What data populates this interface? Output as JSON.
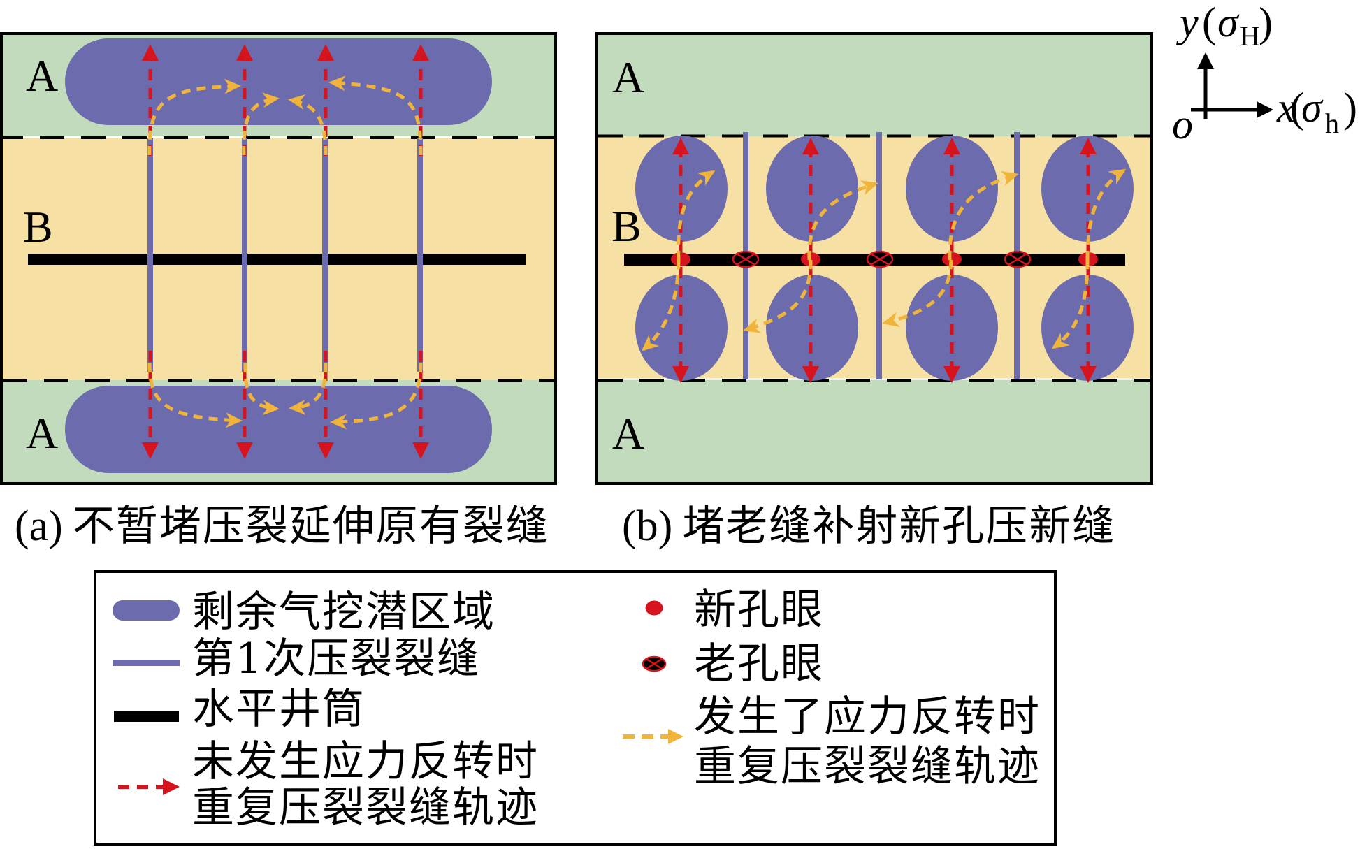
{
  "panel_a": {
    "zone_labels": {
      "top": "A",
      "middle": "B",
      "bottom": "A"
    },
    "caption_tag": "(a)",
    "caption_text": "不暂堵压裂延伸原有裂缝"
  },
  "panel_b": {
    "zone_labels": {
      "top": "A",
      "middle": "B",
      "bottom": "A"
    },
    "caption_tag": "(b)",
    "caption_text": "堵老缝补射新孔压新缝"
  },
  "axes": {
    "y": {
      "var": "y",
      "open": "(",
      "sigma": "σ",
      "sub": "H",
      "close": ")"
    },
    "x": {
      "var": "x",
      "open": "(",
      "sigma": "σ",
      "sub": "h",
      "close": ")"
    },
    "origin": "o"
  },
  "legend": {
    "items": [
      {
        "icon": "remaining-gas-zone-icon",
        "label_lines": [
          "剩余气挖潜区域"
        ]
      },
      {
        "icon": "first-fracture-line-icon",
        "label_lines": [
          "第1次压裂裂缝"
        ]
      },
      {
        "icon": "horizontal-wellbore-icon",
        "label_lines": [
          "水平井筒"
        ]
      },
      {
        "icon": "red-dashed-arrow-icon",
        "label_lines": [
          "未发生应力反转时",
          "重复压裂裂缝轨迹"
        ]
      },
      {
        "icon": "new-perforation-dot-icon",
        "label_lines": [
          "新孔眼"
        ]
      },
      {
        "icon": "old-perforation-crossed-icon",
        "label_lines": [
          "老孔眼"
        ]
      },
      {
        "icon": "yellow-dashed-arrow-icon",
        "label_lines": [
          "发生了应力反转时",
          "重复压裂裂缝轨迹"
        ]
      }
    ]
  },
  "colors": {
    "zone_a": "#C2DBBC",
    "zone_b": "#F6E0A4",
    "remaining_gas": "#6C6BAE",
    "fracture": "#6C6BAE",
    "wellbore": "#000000",
    "no_reversal_trajectory": "#D6141D",
    "reversal_trajectory": "#F1B43A"
  }
}
